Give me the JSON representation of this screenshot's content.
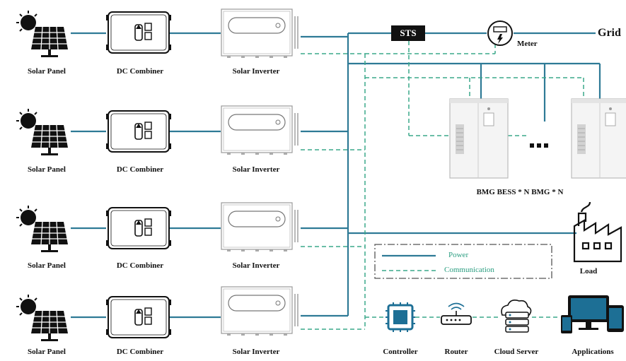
{
  "rows": [
    {
      "solar": "Solar Panel",
      "combiner": "DC Combiner",
      "inverter": "Solar Inverter"
    },
    {
      "solar": "Solar Panel",
      "combiner": "DC Combiner",
      "inverter": "Solar Inverter"
    },
    {
      "solar": "Solar Panel",
      "combiner": "DC Combiner",
      "inverter": "Solar Inverter"
    },
    {
      "solar": "Solar Panel",
      "combiner": "DC Combiner",
      "inverter": "Solar Inverter"
    }
  ],
  "sts": "STS",
  "meter": "Meter",
  "grid": "Grid",
  "bess": "BMG BESS * N BMG  * N",
  "load": "Load",
  "legend": {
    "power": "Power",
    "communication": "Communication"
  },
  "devices": {
    "controller": "Controller",
    "router": "Router",
    "cloud": "Cloud Server",
    "applications": "Applications"
  },
  "colors": {
    "power": "#2e7a96",
    "communication": "#3aa88a"
  }
}
